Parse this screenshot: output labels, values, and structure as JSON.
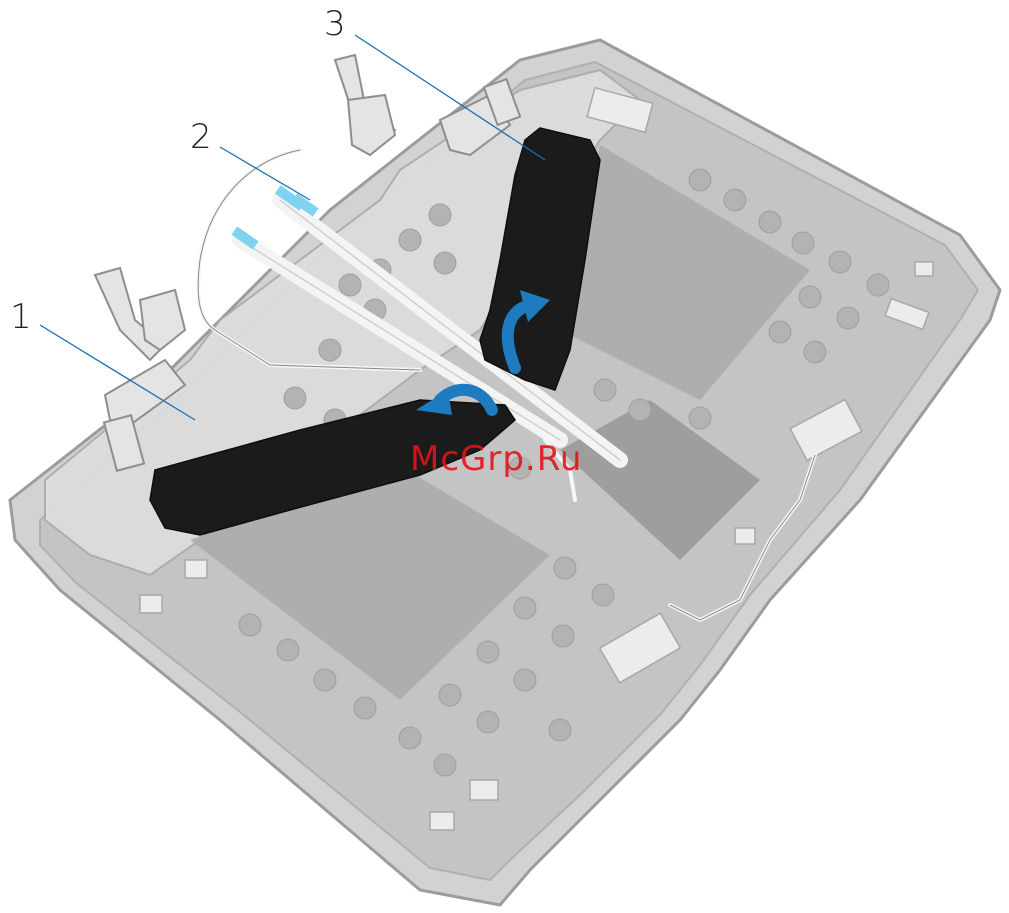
{
  "callouts": [
    {
      "number": "1"
    },
    {
      "number": "2"
    },
    {
      "number": "3"
    }
  ],
  "watermark": "McGrp.Ru",
  "colors": {
    "callout_line": "#1a6fb5",
    "arrow": "#1f7bc0",
    "foam_pad": "#1b1b1b",
    "panel": "#c9c9c9",
    "panel_edge": "#9a9a9a",
    "watermark": "#e3131b"
  }
}
